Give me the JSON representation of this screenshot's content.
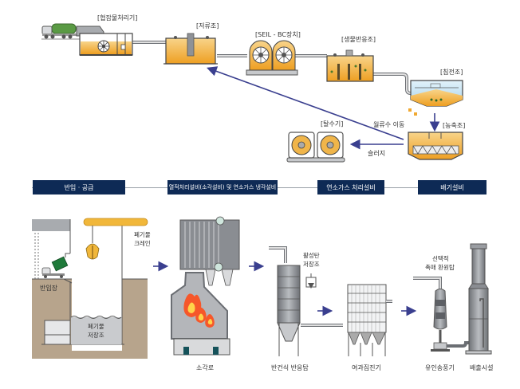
{
  "colors": {
    "navy": "#0e2a55",
    "arrow": "#3a3f8f",
    "sludge": "#f0a932",
    "sludge_light": "#f8d48a",
    "outline": "#4a4a4a",
    "steel": "#8a8d92",
    "steel_light": "#c7c9cc",
    "water": "#bfe0f2",
    "soil": "#b7a48c",
    "truck_green": "#4f8f3a",
    "dump_green": "#1f7a3a",
    "fire": "#f6572a",
    "fire_light": "#ffd34a",
    "stage_line": "#9aa0a8"
  },
  "top_process": {
    "labels": {
      "pretreatment": "[협잡물처리기]",
      "storage_tank": "[저류조]",
      "seil_bc": "[SEIL - BC장치]",
      "bio_reactor": "[생물반응조]",
      "settling_tank": "[침전조]",
      "thickener": "[농축조]",
      "dehydrator": "[탈수기]"
    },
    "flow_labels": {
      "return_flow": "월류수 이동",
      "sludge": "슬러지"
    }
  },
  "stages": [
    {
      "label": "반입 · 공급"
    },
    {
      "label": "열적처리설비(소각설비) 및 연소가스 냉각설비"
    },
    {
      "label": "연소가스 처리설비"
    },
    {
      "label": "배기설비"
    }
  ],
  "bottom_process": {
    "labels": {
      "receiving_area": "반입장",
      "waste_crane_line1": "폐기물",
      "waste_crane_line2": "크레인",
      "waste_pit_line1": "폐기물",
      "waste_pit_line2": "저장조",
      "incinerator": "소각로",
      "semi_dry_reactor": "반건식 반응탑",
      "activated_carbon_line1": "활성탄",
      "activated_carbon_line2": "저장조",
      "bag_filter": "여과집진기",
      "scr_line1": "선택적",
      "scr_line2": "촉매 환원탑",
      "induced_fan": "유인송풍기",
      "stack": "배출시설"
    }
  }
}
